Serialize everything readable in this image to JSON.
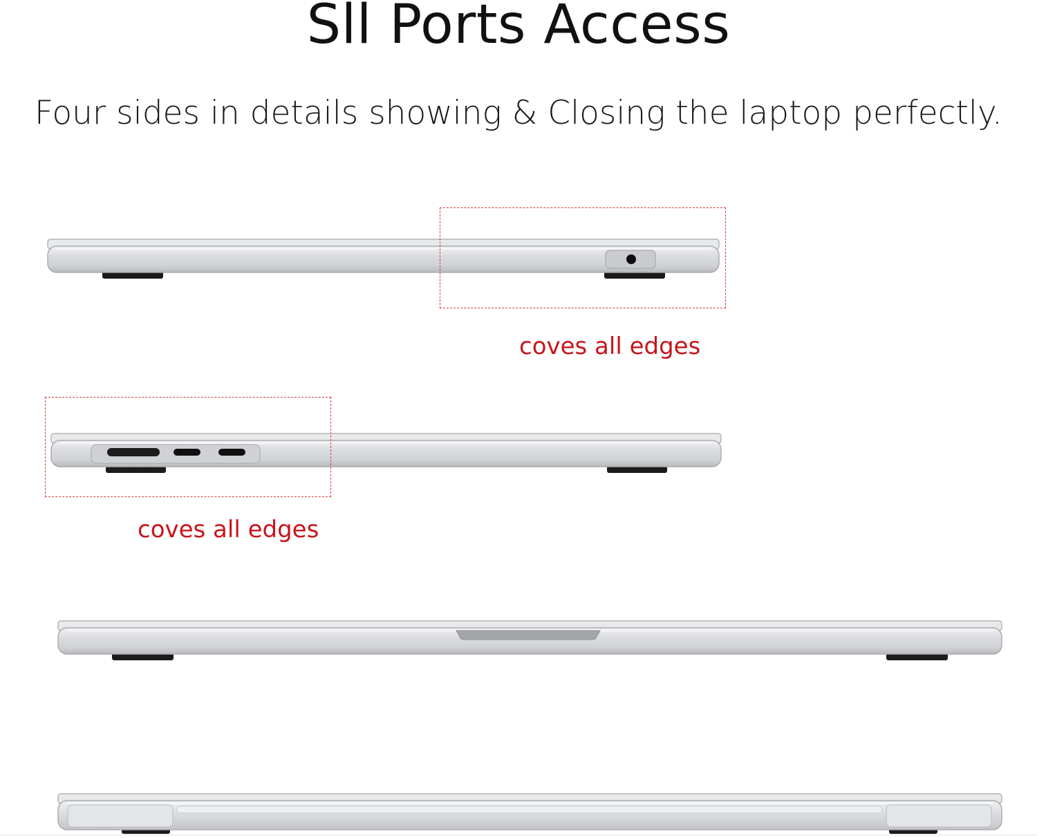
{
  "header": {
    "title": "Sll Ports Access",
    "subtitle": "Four sides in details showing & Closing the laptop perfectly."
  },
  "callouts": [
    {
      "label": "coves all edges"
    },
    {
      "label": "coves all edges"
    }
  ],
  "views": [
    {
      "id": "right-side",
      "ports": [
        "headphone-jack"
      ]
    },
    {
      "id": "left-side",
      "ports": [
        "magsafe-port",
        "thunderbolt-port-1",
        "thunderbolt-port-2"
      ]
    },
    {
      "id": "front-side",
      "ports": []
    },
    {
      "id": "rear-side",
      "ports": []
    }
  ],
  "colors": {
    "accent": "#c8141b",
    "highlight_border": "#d33a3a",
    "case_body": "#d9dadc",
    "case_edge": "#a9abae",
    "feet": "#1b1b1b"
  }
}
